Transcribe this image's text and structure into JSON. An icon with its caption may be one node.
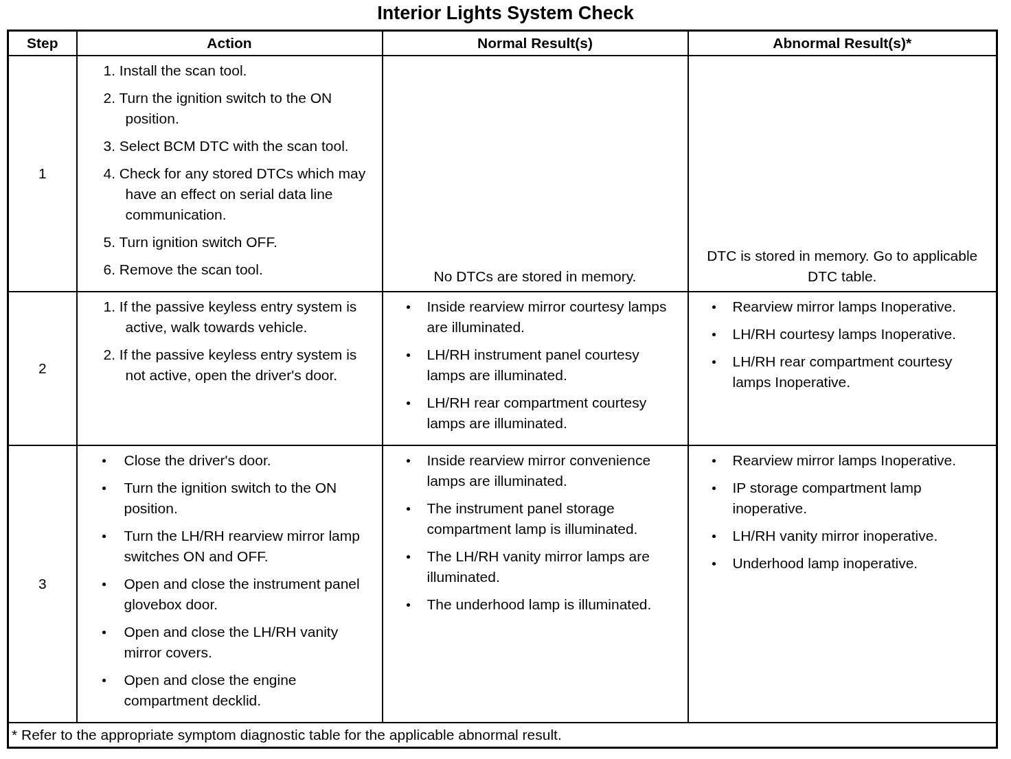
{
  "diagram": {
    "title": "Interior Lights System Check",
    "labels": [
      "Step",
      "Action",
      "Normal Result(s)",
      "Abnormal Result(s)*",
      "1",
      "1. Install the scan tool.",
      "2. Turn the ignition switch to the ON position.",
      "3. Select BCM DTC with the scan tool.",
      "4. Check for any stored DTCs which may have an effect on serial data line communication.",
      "5. Turn ignition switch OFF.",
      "6. Remove the scan tool.",
      "No DTCs are stored in memory.",
      "DTC is stored in memory. Go to applicable DTC table.",
      "2",
      "1. If the passive keyless entry system is active, walk towards vehicle.",
      "2. If the passive keyless entry system is not active, open the driver's door.",
      "Inside rearview mirror courtesy lamps are illuminated.",
      "LH/RH instrument panel courtesy lamps are illuminated.",
      "LH/RH rear compartment courtesy lamps are illuminated.",
      "Rearview mirror lamps Inoperative.",
      "LH/RH courtesy lamps Inoperative.",
      "LH/RH rear compartment courtesy lamps Inoperative.",
      "3",
      "Close the driver's door.",
      "Turn the ignition switch to the ON position.",
      "Turn the LH/RH rearview mirror lamp switches ON and OFF.",
      "Open and close the instrument panel glovebox door.",
      "Open and close the LH/RH vanity mirror covers.",
      "Open and close the engine compartment decklid.",
      "Inside rearview mirror convenience lamps are illuminated.",
      "The instrument panel storage compartment lamp is illuminated.",
      "The LH/RH vanity mirror lamps are illuminated.",
      "The underhood lamp is illuminated.",
      "Rearview mirror lamps Inoperative.",
      "IP storage compartment lamp inoperative.",
      "LH/RH vanity mirror inoperative.",
      "Underhood lamp inoperative.",
      "* Refer to the appropriate symptom diagnostic table for the applicable abnormal result."
    ]
  }
}
